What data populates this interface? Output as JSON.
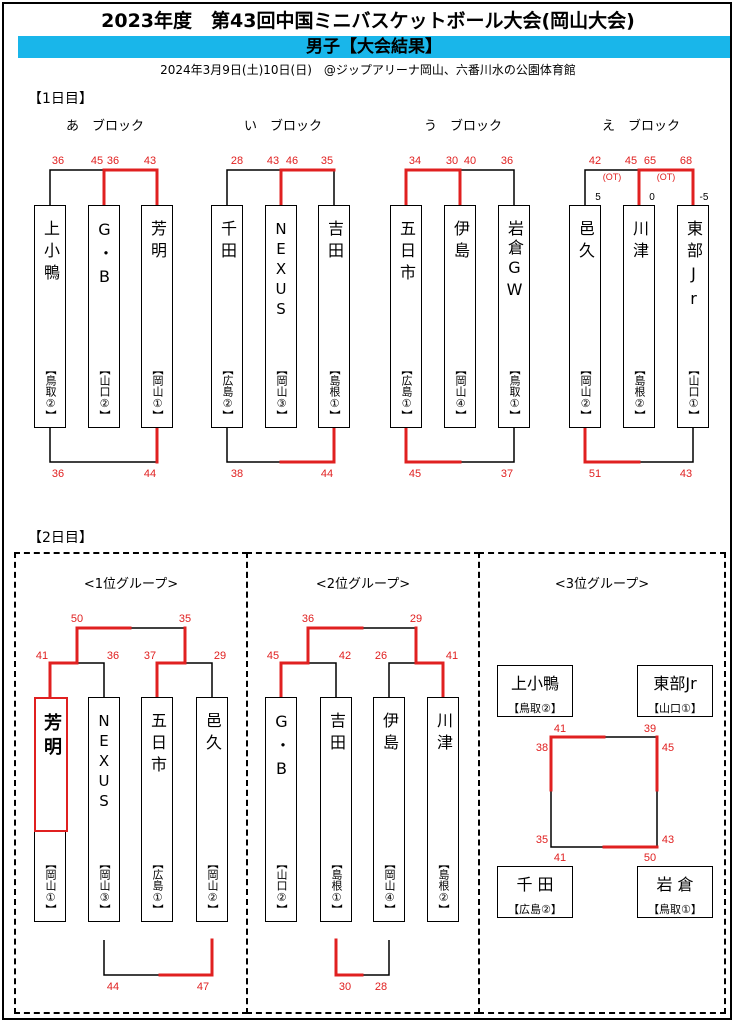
{
  "header": {
    "title": "2023年度　第43回中国ミニバスケットボール大会(岡山大会)",
    "banner": "男子【大会結果】",
    "subtitle": "2024年3月9日(土)10日(日)　@ジップアリーナ岡山、六番川水の公園体育館"
  },
  "day1": {
    "label": "【1日目】",
    "blocks": [
      {
        "label": "あ　ブロック"
      },
      {
        "label": "い　ブロック"
      },
      {
        "label": "う　ブロック"
      },
      {
        "label": "え　ブロック"
      }
    ],
    "teams": [
      {
        "name": "上小鴨",
        "pref": "【鳥取②】"
      },
      {
        "name": "G・B",
        "pref": "【山口②】"
      },
      {
        "name": "芳明",
        "pref": "【岡山①】"
      },
      {
        "name": "千田",
        "pref": "【広島②】"
      },
      {
        "name": "NEXUS",
        "pref": "【岡山③】"
      },
      {
        "name": "吉田",
        "pref": "【島根①】"
      },
      {
        "name": "五日市",
        "pref": "【広島①】"
      },
      {
        "name": "伊島",
        "pref": "【岡山④】"
      },
      {
        "name": "岩倉GW",
        "pref": "【鳥取①】"
      },
      {
        "name": "邑久",
        "pref": "【岡山②】"
      },
      {
        "name": "川津",
        "pref": "【島根②】"
      },
      {
        "name": "東部Jr",
        "pref": "【山口①】"
      }
    ],
    "scores_top": [
      "36",
      "45",
      "36",
      "43",
      "28",
      "43",
      "46",
      "35",
      "34",
      "30",
      "40",
      "36",
      "42",
      "45",
      "65",
      "68"
    ],
    "scores_bottom": [
      "36",
      "44",
      "38",
      "44",
      "45",
      "37",
      "51",
      "43"
    ],
    "ot": [
      "(OT)",
      "(OT)"
    ],
    "diffs": [
      "5",
      "0",
      "-5"
    ]
  },
  "day2": {
    "label": "【2日目】",
    "groups": [
      {
        "label": "<1位グループ>"
      },
      {
        "label": "<2位グループ>"
      },
      {
        "label": "<3位グループ>"
      }
    ],
    "g1_teams": [
      {
        "name": "芳明",
        "pref": "【岡山①】"
      },
      {
        "name": "NEXUS",
        "pref": "【岡山③】"
      },
      {
        "name": "五日市",
        "pref": "【広島①】"
      },
      {
        "name": "邑久",
        "pref": "【岡山②】"
      }
    ],
    "g2_teams": [
      {
        "name": "G・B",
        "pref": "【山口②】"
      },
      {
        "name": "吉田",
        "pref": "【島根①】"
      },
      {
        "name": "伊島",
        "pref": "【岡山④】"
      },
      {
        "name": "川津",
        "pref": "【島根②】"
      }
    ],
    "g1_scores": [
      "50",
      "35",
      "41",
      "36",
      "37",
      "29",
      "44",
      "47"
    ],
    "g2_scores": [
      "36",
      "29",
      "45",
      "42",
      "26",
      "41",
      "30",
      "28"
    ],
    "g3_teams": [
      {
        "name": "上小鴨",
        "pref": "【鳥取②】"
      },
      {
        "name": "東部Jr",
        "pref": "【山口①】"
      },
      {
        "name": "千 田",
        "pref": "【広島②】"
      },
      {
        "name": "岩 倉",
        "pref": "【鳥取①】"
      }
    ],
    "g3_scores": [
      "41",
      "39",
      "38",
      "45",
      "35",
      "43",
      "41",
      "50"
    ]
  },
  "colors": {
    "accent_red": "#e02020",
    "banner_blue": "#19b6ea"
  }
}
